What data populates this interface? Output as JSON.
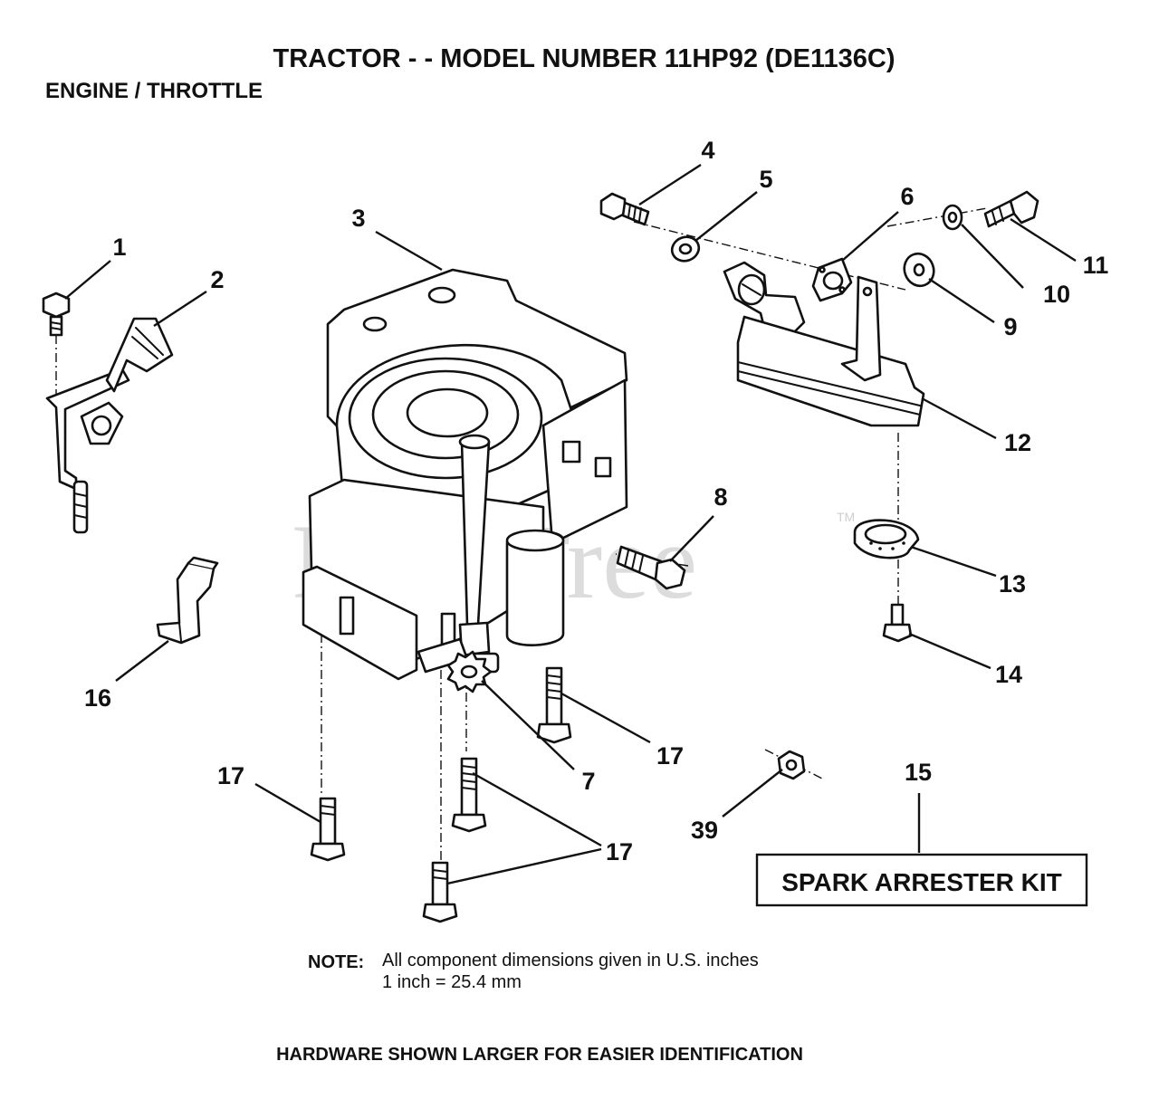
{
  "header": {
    "title": "TRACTOR - - MODEL NUMBER 11HP92 (DE1136C)",
    "subtitle": "ENGINE / THROTTLE"
  },
  "watermark": {
    "text": "PartsTree",
    "trademark": "TM"
  },
  "callouts": {
    "c1": "1",
    "c2": "2",
    "c3": "3",
    "c4": "4",
    "c5": "5",
    "c6": "6",
    "c7": "7",
    "c8": "8",
    "c9": "9",
    "c10": "10",
    "c11": "11",
    "c12": "12",
    "c13": "13",
    "c14": "14",
    "c15": "15",
    "c16": "16",
    "c17a": "17",
    "c17b": "17",
    "c17c": "17",
    "c39": "39"
  },
  "kit_label": "SPARK ARRESTER KIT",
  "note": {
    "label": "NOTE:",
    "line1": "All component dimensions given in U.S. inches",
    "line2": "1 inch = 25.4 mm"
  },
  "footer": "HARDWARE SHOWN LARGER FOR EASIER IDENTIFICATION"
}
